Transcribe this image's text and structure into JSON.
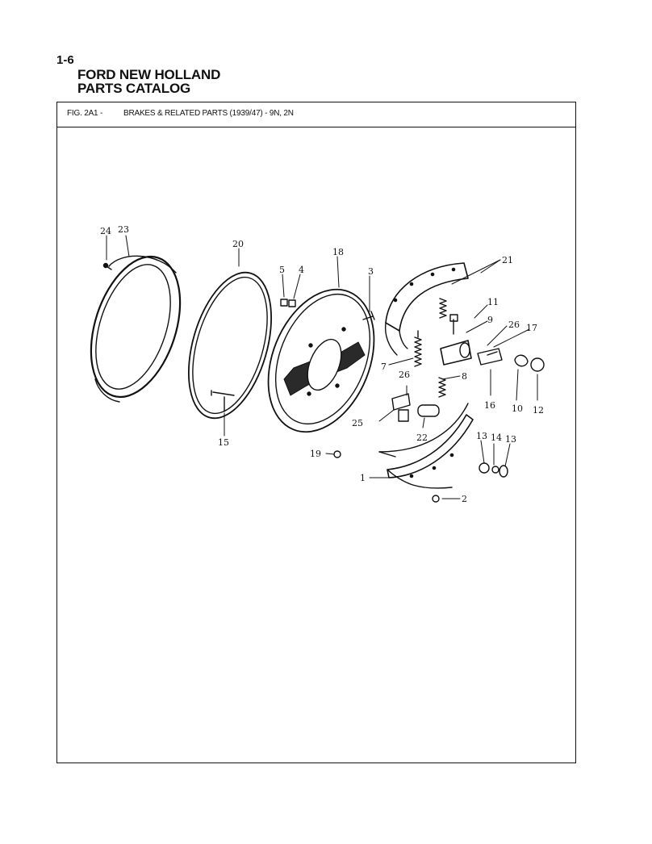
{
  "page": {
    "number": "1-6",
    "brand_line1": "FORD NEW HOLLAND",
    "brand_line2": "PARTS CATALOG",
    "fig_number": "FIG. 2A1 -",
    "fig_title": "BRAKES & RELATED PARTS (1939/47) - 9N, 2N"
  },
  "callouts": {
    "c1": "1",
    "c2": "2",
    "c3": "3",
    "c4": "4",
    "c5": "5",
    "c7": "7",
    "c8": "8",
    "c9": "9",
    "c10": "10",
    "c11": "11",
    "c12": "12",
    "c13a": "13",
    "c13b": "13",
    "c14": "14",
    "c15": "15",
    "c16": "16",
    "c17": "17",
    "c18": "18",
    "c19": "19",
    "c20": "20",
    "c21": "21",
    "c22": "22",
    "c23": "23",
    "c24": "24",
    "c25": "25",
    "c26a": "26",
    "c26b": "26"
  }
}
